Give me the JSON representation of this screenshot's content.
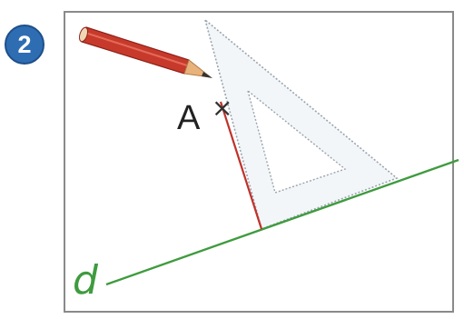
{
  "step": {
    "number": "2",
    "badge_color": "#2f6db3"
  },
  "point": {
    "label": "A",
    "mark": "×"
  },
  "line": {
    "label": "d",
    "color": "#3f9b3f"
  },
  "drawn_segment": {
    "color": "#c0322a"
  },
  "set_square": {
    "color": "#b9c2cc"
  },
  "pencil": {
    "body_color": "#c73a2b",
    "wood_color": "#e8b27a",
    "lead_color": "#333333"
  }
}
